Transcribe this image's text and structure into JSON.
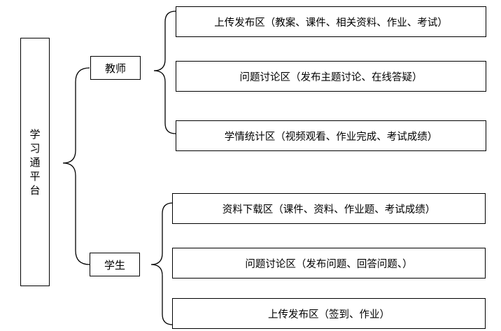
{
  "root": {
    "label": "学习通平台",
    "chars": [
      "学",
      "习",
      "通",
      "平",
      "台"
    ]
  },
  "teacher": {
    "label": "教师",
    "items": [
      "上传发布区（教案、课件、相关资料、作业、考试）",
      "问题讨论区（发布主题讨论、在线答疑）",
      "学情统计区（视频观看、作业完成、考试成绩）"
    ]
  },
  "student": {
    "label": "学生",
    "items": [
      "资料下载区（课件、资料、作业题、考试成绩）",
      "问题讨论区（发布问题、回答问题、）",
      "上传发布区（签到、作业）"
    ]
  },
  "colors": {
    "line": "#000000",
    "background": "#ffffff"
  }
}
